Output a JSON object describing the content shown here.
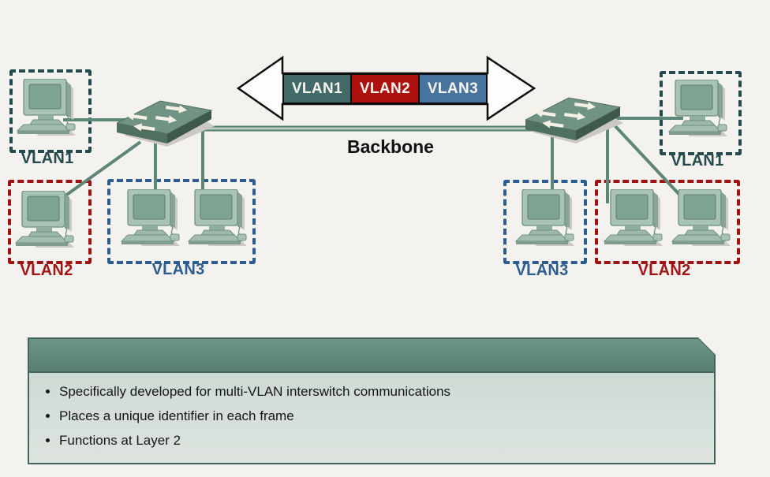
{
  "arrow": {
    "segments": [
      {
        "label": "VLAN1",
        "bg": "#426a69"
      },
      {
        "label": "VLAN2",
        "bg": "#ae100e"
      },
      {
        "label": "VLAN3",
        "bg": "#49739f"
      }
    ]
  },
  "backbone": {
    "label": "Backbone"
  },
  "groups": {
    "left_vlan1": {
      "label": "VLAN1"
    },
    "left_vlan2": {
      "label": "VLAN2"
    },
    "left_vlan3": {
      "label": "VLAN3"
    },
    "right_vlan1": {
      "label": "VLAN1"
    },
    "right_vlan3": {
      "label": "VLAN3"
    },
    "right_vlan2": {
      "label": "VLAN2"
    }
  },
  "info": {
    "bullets": [
      "Specifically developed for multi-VLAN interswitch communications",
      "Places a unique identifier in each frame",
      "Functions at Layer 2"
    ]
  },
  "colors": {
    "vlan1_dark_teal": "#254a4e",
    "vlan2_dark_red": "#9e1212",
    "vlan3_steel_blue": "#2d5c91",
    "link_teal": "#5c8677",
    "switch_top": "#719384",
    "info_header_teal": "#618a7a",
    "background": "#f3f2ef"
  }
}
